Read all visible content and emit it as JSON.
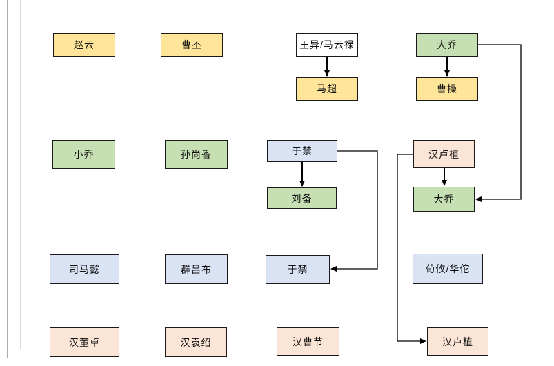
{
  "app": {
    "canvas_background": "#ffffff"
  },
  "colors": {
    "yellow": "#ffe599",
    "green": "#c6e0b4",
    "blue": "#dae3f3",
    "peach": "#fbe5d6",
    "white": "#ffffff",
    "node_border": "#1a1a1a",
    "connector": "#000000",
    "page_border": "#d9d9d9",
    "canvas_edge": "#a9a9a9",
    "text": "#111111"
  },
  "diagram": {
    "nodes": [
      {
        "id": "zhaoyun",
        "label": "赵云",
        "fill": "yellow"
      },
      {
        "id": "caopi",
        "label": "曹丕",
        "fill": "yellow"
      },
      {
        "id": "wangyi",
        "label": "王异/马云禄",
        "fill": "white"
      },
      {
        "id": "daqiao1",
        "label": "大乔",
        "fill": "green"
      },
      {
        "id": "machao",
        "label": "马超",
        "fill": "yellow"
      },
      {
        "id": "caocao",
        "label": "曹操",
        "fill": "yellow"
      },
      {
        "id": "xiaoqiao",
        "label": "小乔",
        "fill": "green"
      },
      {
        "id": "sunshangxiang",
        "label": "孙尚香",
        "fill": "green"
      },
      {
        "id": "yujin1",
        "label": "于禁",
        "fill": "blue"
      },
      {
        "id": "hanluzhi1",
        "label": "汉卢植",
        "fill": "peach"
      },
      {
        "id": "liubei",
        "label": "刘备",
        "fill": "green"
      },
      {
        "id": "daqiao2",
        "label": "大乔",
        "fill": "green"
      },
      {
        "id": "simayi",
        "label": "司马懿",
        "fill": "blue"
      },
      {
        "id": "qunlvbu",
        "label": "群吕布",
        "fill": "blue"
      },
      {
        "id": "yujin2",
        "label": "于禁",
        "fill": "blue"
      },
      {
        "id": "xunyou",
        "label": "荀攸/华佗",
        "fill": "blue"
      },
      {
        "id": "handongzhuo",
        "label": "汉董卓",
        "fill": "peach"
      },
      {
        "id": "hanyuanshao",
        "label": "汉袁绍",
        "fill": "peach"
      },
      {
        "id": "hancaojie",
        "label": "汉曹节",
        "fill": "peach"
      },
      {
        "id": "hanluzhi2",
        "label": "汉卢植",
        "fill": "peach"
      }
    ],
    "edges": [
      {
        "from": "wangyi",
        "to": "machao"
      },
      {
        "from": "daqiao1",
        "to": "caocao"
      },
      {
        "from": "daqiao1",
        "to": "daqiao2"
      },
      {
        "from": "yujin1",
        "to": "liubei"
      },
      {
        "from": "yujin1",
        "to": "yujin2"
      },
      {
        "from": "hanluzhi1",
        "to": "daqiao2"
      },
      {
        "from": "hanluzhi1",
        "to": "hanluzhi2"
      }
    ]
  }
}
